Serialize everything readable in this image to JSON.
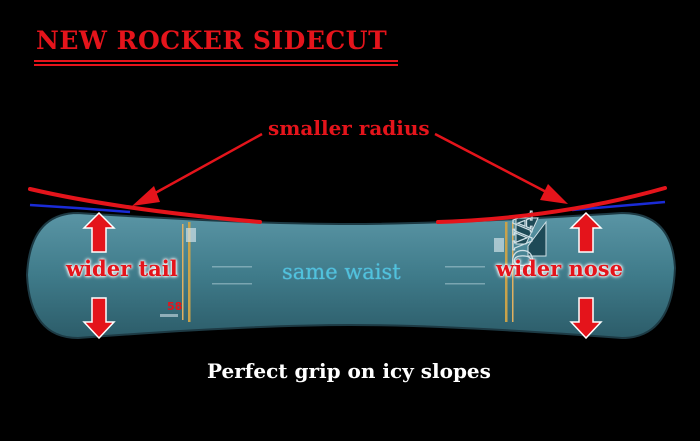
{
  "title": "NEW ROCKER SIDECUT",
  "labels": {
    "smaller_radius": "smaller radius",
    "wider_tail": "wider tail",
    "same_waist": "same waist",
    "wider_nose": "wider nose"
  },
  "caption": "Perfect grip on icy slopes",
  "board_graphics": {
    "tail_number": "58",
    "brand_partial": "OVA"
  },
  "colors": {
    "background": "#000000",
    "accent_red": "#e4141b",
    "blue_line": "#1a2bd6",
    "board_base": "#3f7b8a",
    "waist_text": "#4fc3dc",
    "caption_text": "#ffffff"
  },
  "icons": [
    "up-arrow-icon",
    "down-arrow-icon",
    "pointer-arrow-icon"
  ]
}
